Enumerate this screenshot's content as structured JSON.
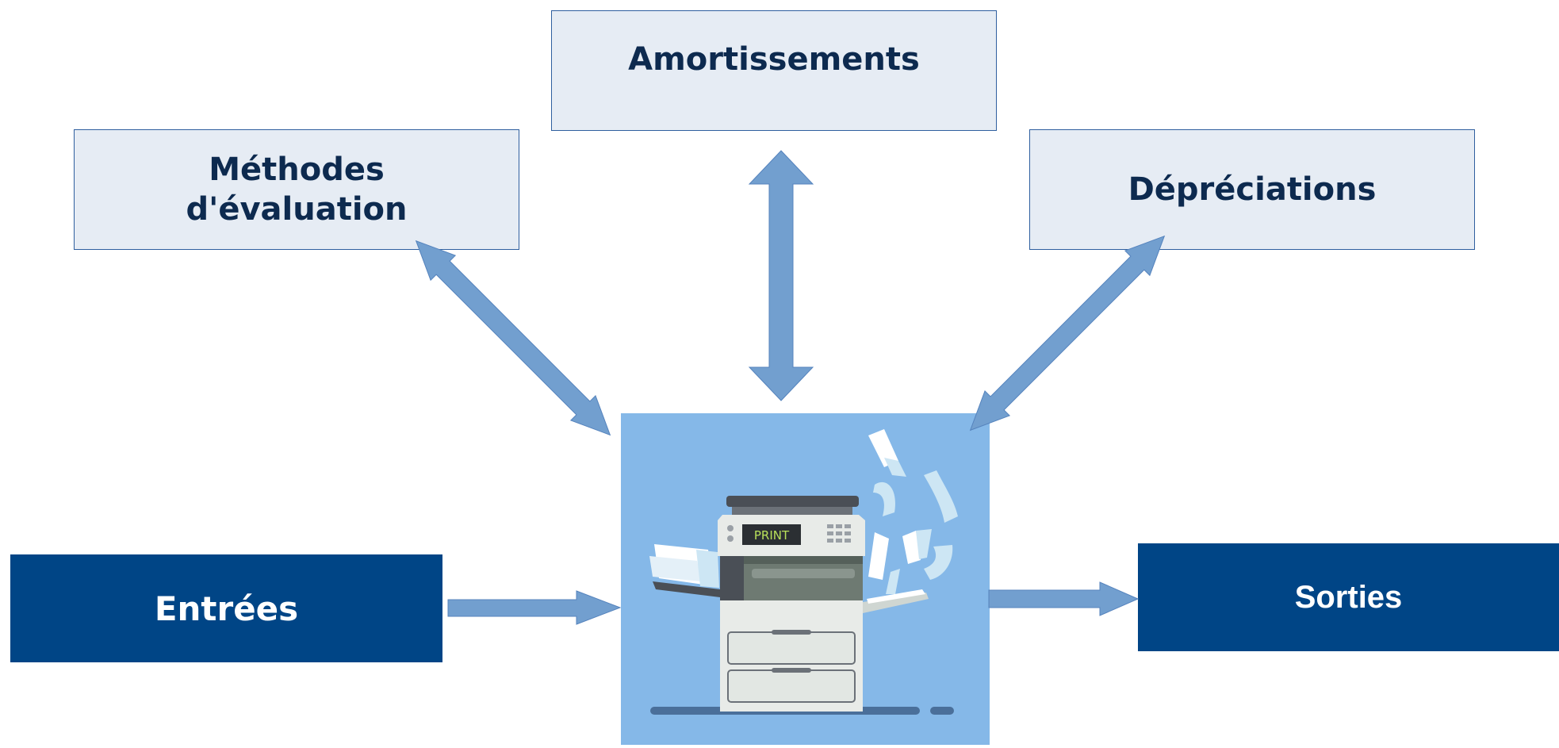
{
  "diagram": {
    "boxes": {
      "amortissements": "Amortissements",
      "methodes_line1": "Méthodes",
      "methodes_line2": "d'évaluation",
      "depreciations": "Dépréciations",
      "entrees": "Entrées",
      "sorties": "Sorties"
    },
    "printer_screen_text": "PRINT",
    "colors": {
      "light_box_fill": "#e6ecf4",
      "light_box_border": "#2f5f9f",
      "light_box_text": "#0d2a4f",
      "dark_box_fill": "#004586",
      "dark_box_text": "#ffffff",
      "arrow_fill": "#729fcf",
      "panel_fill": "#85b8e8"
    }
  }
}
